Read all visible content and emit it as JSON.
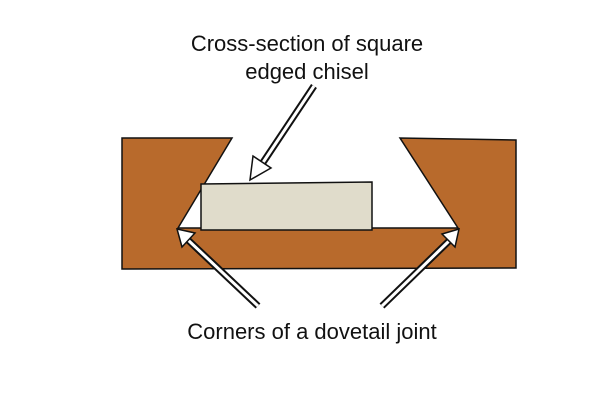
{
  "labels": {
    "chisel_line1": "Cross-section of square",
    "chisel_line2": "edged chisel",
    "corners": "Corners of a dovetail joint"
  },
  "colors": {
    "wood": "#b86a2c",
    "chisel": "#e0dccb",
    "outline": "#111111",
    "arrow_fill": "#ffffff",
    "background": "#ffffff"
  }
}
